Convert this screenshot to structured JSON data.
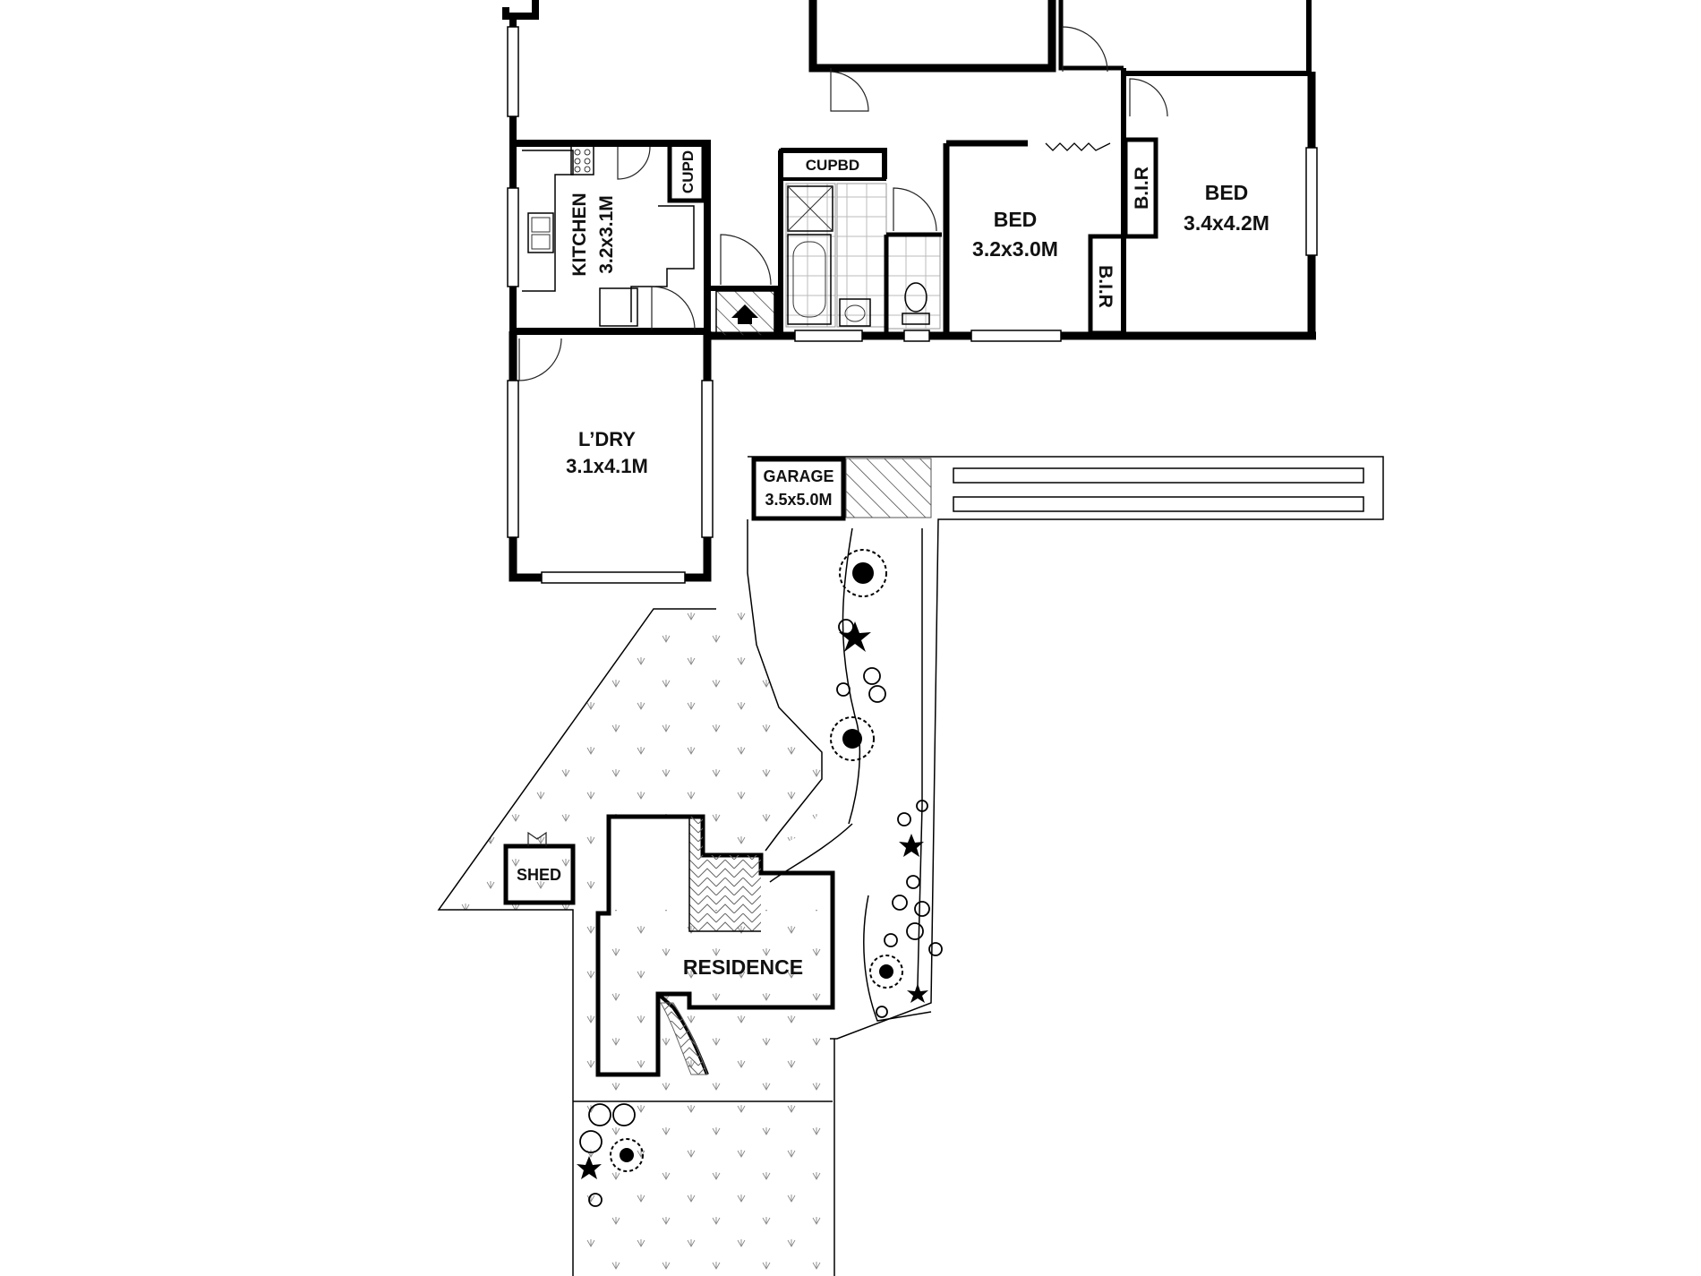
{
  "plan": {
    "rooms": {
      "kitchen": {
        "name": "KITCHEN",
        "size": "3.2x3.1M"
      },
      "cupd": "CUPD",
      "cupbd": "CUPBD",
      "bed1": {
        "name": "BED",
        "size": "3.2x3.0M"
      },
      "bed2": {
        "name": "BED",
        "size": "3.4x4.2M"
      },
      "bir_upper": "B.I.R",
      "bir_lower": "B.I.R",
      "laundry": {
        "name": "L’DRY",
        "size": "3.1x4.1M"
      },
      "garage": {
        "name": "GARAGE",
        "size": "3.5x5.0M"
      },
      "shed": "SHED",
      "residence": "RESIDENCE"
    },
    "colors": {
      "wall": "#000000",
      "line": "#333333",
      "background": "#ffffff"
    }
  }
}
